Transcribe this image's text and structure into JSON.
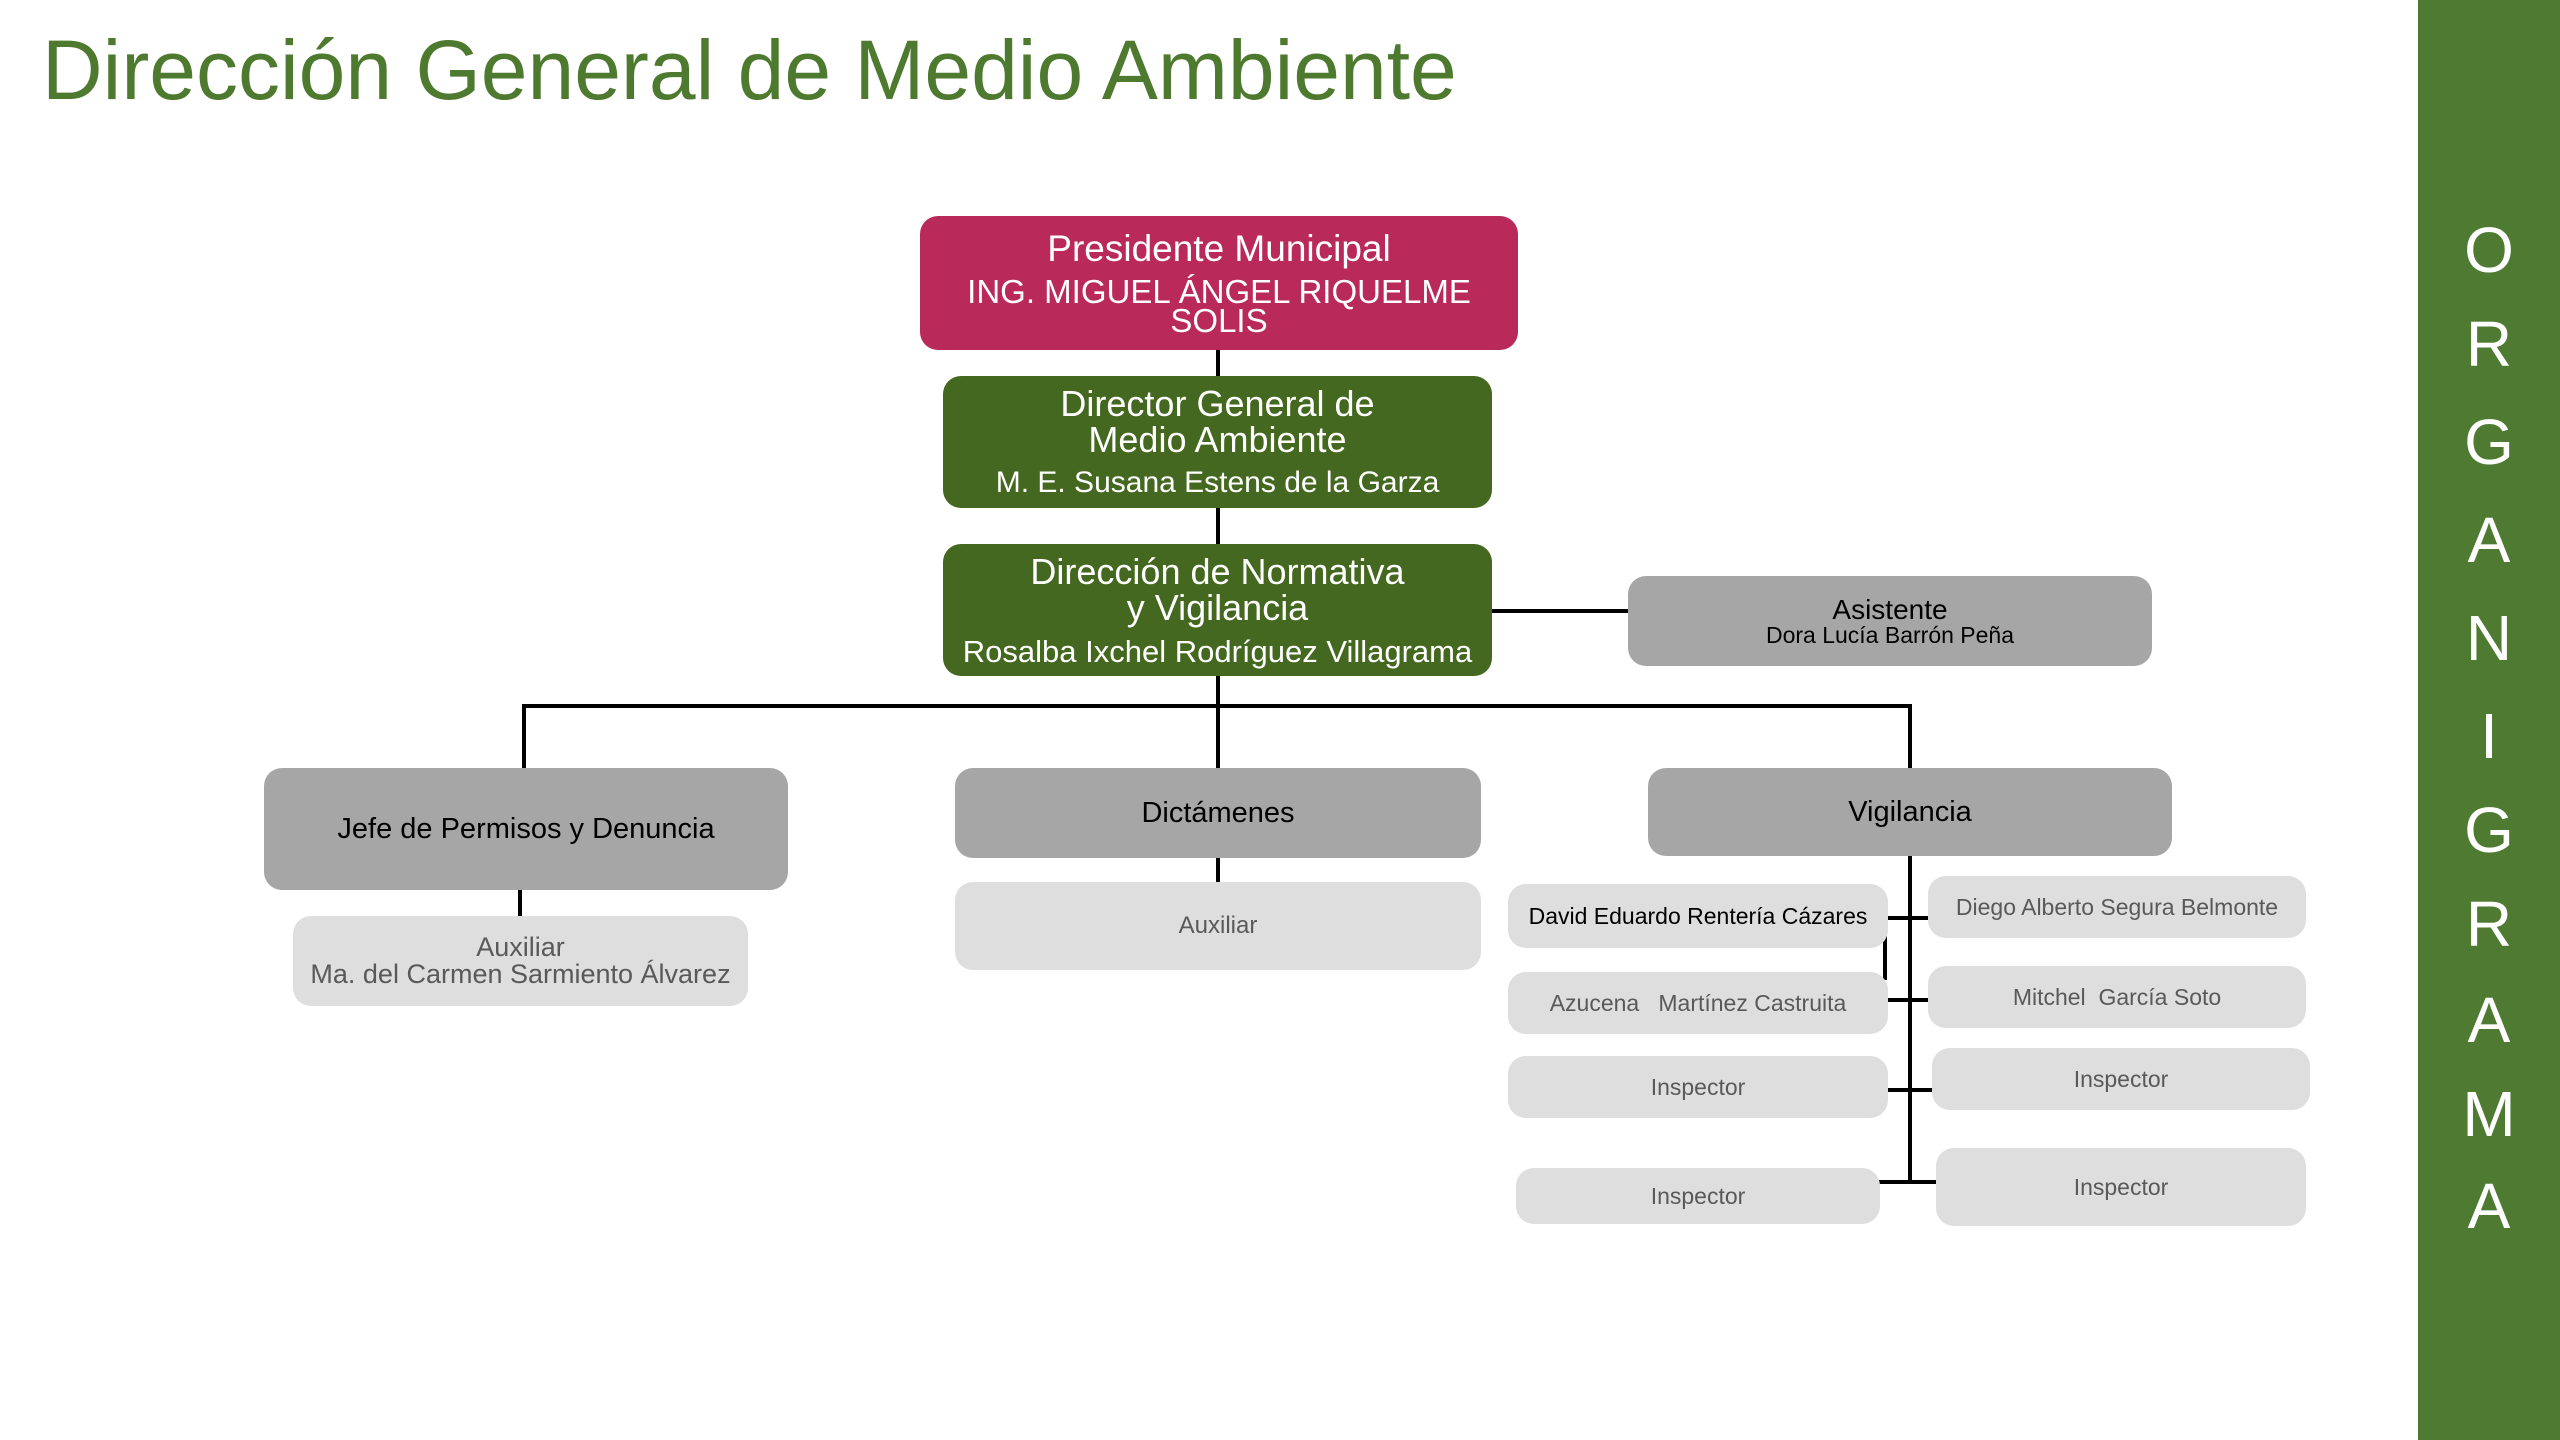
{
  "title": "Dirección General de Medio Ambiente",
  "sidebar": {
    "letters": [
      "O",
      "R",
      "G",
      "A",
      "N",
      "I",
      "G",
      "R",
      "A",
      "M",
      "A"
    ]
  },
  "president": {
    "role": "Presidente Municipal",
    "name_line1": "ING. MIGUEL ÁNGEL RIQUELME",
    "name_line2": "SOLIS"
  },
  "director": {
    "role_line1": "Director General de",
    "role_line2": "Medio Ambiente",
    "name": "M. E. Susana Estens de la Garza"
  },
  "normativa": {
    "role_line1": "Dirección de Normativa",
    "role_line2": "y Vigilancia",
    "name": "Rosalba Ixchel Rodríguez Villagrama"
  },
  "asistente": {
    "role": "Asistente",
    "name": "Dora Lucía Barrón Peña"
  },
  "permisos": {
    "role": "Jefe de Permisos y Denuncia",
    "aux_role": "Auxiliar",
    "aux_name": "Ma. del Carmen Sarmiento Álvarez"
  },
  "dictamenes": {
    "role": "Dictámenes",
    "aux_role": "Auxiliar"
  },
  "vigilancia": {
    "role": "Vigilancia",
    "left": [
      "David Eduardo Rentería Cázares",
      "Azucena   Martínez Castruita",
      "Inspector",
      "Inspector"
    ],
    "right": [
      "Diego Alberto Segura Belmonte",
      "Mitchel  García Soto",
      "Inspector",
      "Inspector"
    ]
  },
  "colors": {
    "title": "#4e7a2f",
    "sidebar": "#4e7a31",
    "president": "#b92a5a",
    "director": "#44681f",
    "unit": "#a6a6a6",
    "staff": "#dededf"
  }
}
